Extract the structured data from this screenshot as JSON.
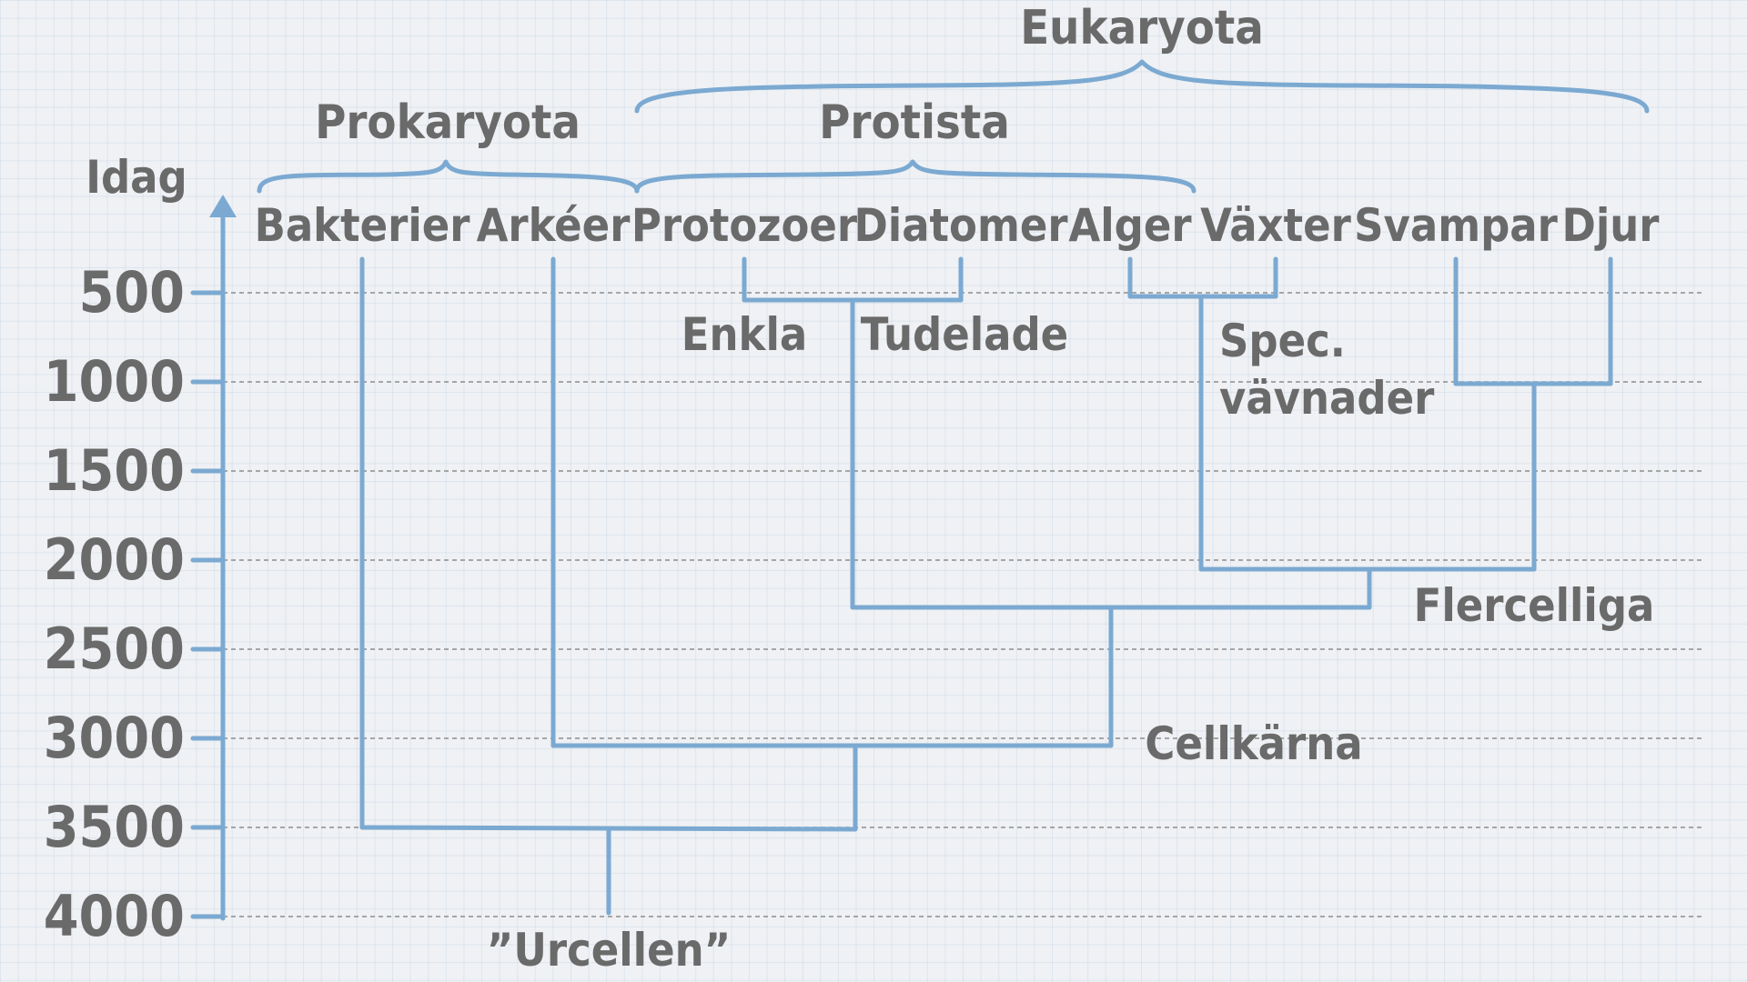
{
  "axis": {
    "top_label": "Idag",
    "ticks": [
      "500",
      "1000",
      "1500",
      "2000",
      "2500",
      "3000",
      "3500",
      "4000"
    ]
  },
  "groups": {
    "prokaryota": "Prokaryota",
    "protista": "Protista",
    "eukaryota": "Eukaryota"
  },
  "taxa": {
    "bakterier": "Bakterier",
    "arkeer": "Arkéer",
    "protozoer": "Protozoer",
    "diatomer": "Diatomer",
    "alger": "Alger",
    "vaxter": "Växter",
    "svampar": "Svampar",
    "djur": "Djur"
  },
  "nodes": {
    "enkla": "Enkla",
    "tudelade": "Tudelade",
    "spec_line1": "Spec.",
    "spec_line2": "vävnader",
    "flercelliga": "Flercelliga",
    "cellkarna": "Cellkärna",
    "urcellen": "”Urcellen”"
  },
  "colors": {
    "lines": "#7ba9d1",
    "text": "#6a6a6a",
    "grid": "#8d8d8d",
    "background": "#eff1f4"
  }
}
